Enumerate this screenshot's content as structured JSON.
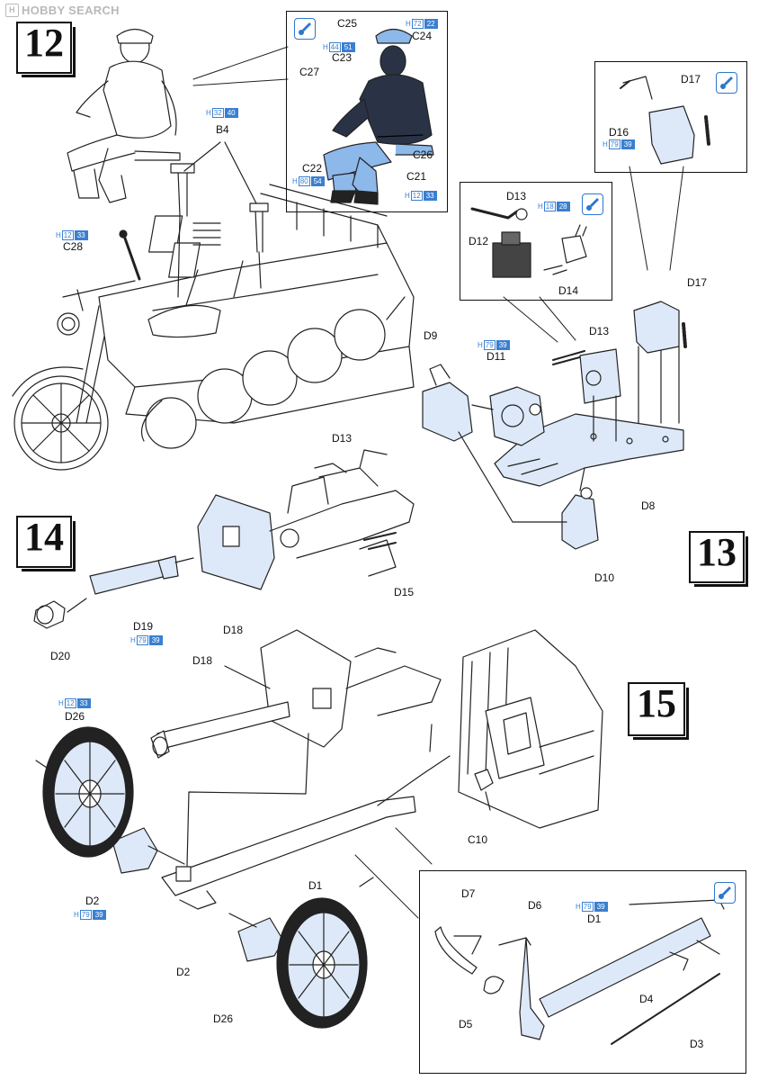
{
  "watermark": {
    "mark": "H",
    "text": "HOBBY SEARCH"
  },
  "steps": {
    "s12": "12",
    "s13": "13",
    "s14": "14",
    "s15": "15"
  },
  "paint": {
    "b4": {
      "h": "H",
      "c1": "32",
      "c2": "40"
    },
    "c28": {
      "h": "H",
      "c1": "12",
      "c2": "33"
    },
    "c25": {
      "h": "H",
      "c1": "72",
      "c2": "22"
    },
    "c23": {
      "h": "H",
      "c1": "44",
      "c2": "51"
    },
    "c22": {
      "h": "H",
      "c1": "80",
      "c2": "54"
    },
    "c21": {
      "h": "H",
      "c1": "12",
      "c2": "33"
    },
    "d16": {
      "h": "H",
      "c1": "79",
      "c2": "39"
    },
    "d13": {
      "h": "H",
      "c1": "18",
      "c2": "28"
    },
    "d11": {
      "h": "H",
      "c1": "79",
      "c2": "39"
    },
    "d19": {
      "h": "H",
      "c1": "79",
      "c2": "39"
    },
    "d26": {
      "h": "H",
      "c1": "12",
      "c2": "33"
    },
    "d2": {
      "h": "H",
      "c1": "79",
      "c2": "39"
    },
    "d1": {
      "h": "H",
      "c1": "79",
      "c2": "39"
    }
  },
  "labels": {
    "c25": "C25",
    "c24": "C24",
    "c23": "C23",
    "c27": "C27",
    "c26": "C26",
    "c22": "C22",
    "c21": "C21",
    "b4": "B4",
    "c28": "C28",
    "d17a": "D17",
    "d16": "D16",
    "d13a": "D13",
    "d12": "D12",
    "d14": "D14",
    "d17b": "D17",
    "d9": "D9",
    "d11": "D11",
    "d13b": "D13",
    "d8": "D8",
    "d10": "D10",
    "d13c": "D13",
    "d15": "D15",
    "d18a": "D18",
    "d19": "D19",
    "d20": "D20",
    "d18b": "D18",
    "d26a": "D26",
    "c10": "C10",
    "d1a": "D1",
    "d2a": "D2",
    "d2b": "D2",
    "d26b": "D26",
    "d7": "D7",
    "d6": "D6",
    "d1b": "D1",
    "d4": "D4",
    "d5": "D5",
    "d3": "D3"
  },
  "colors": {
    "paint_blue": "#3a7fd0",
    "part_fill": "#dde9f8",
    "uniform_dark": "#2a3346",
    "uniform_light": "#8db8ea"
  },
  "icons": [
    "brush-icon"
  ]
}
